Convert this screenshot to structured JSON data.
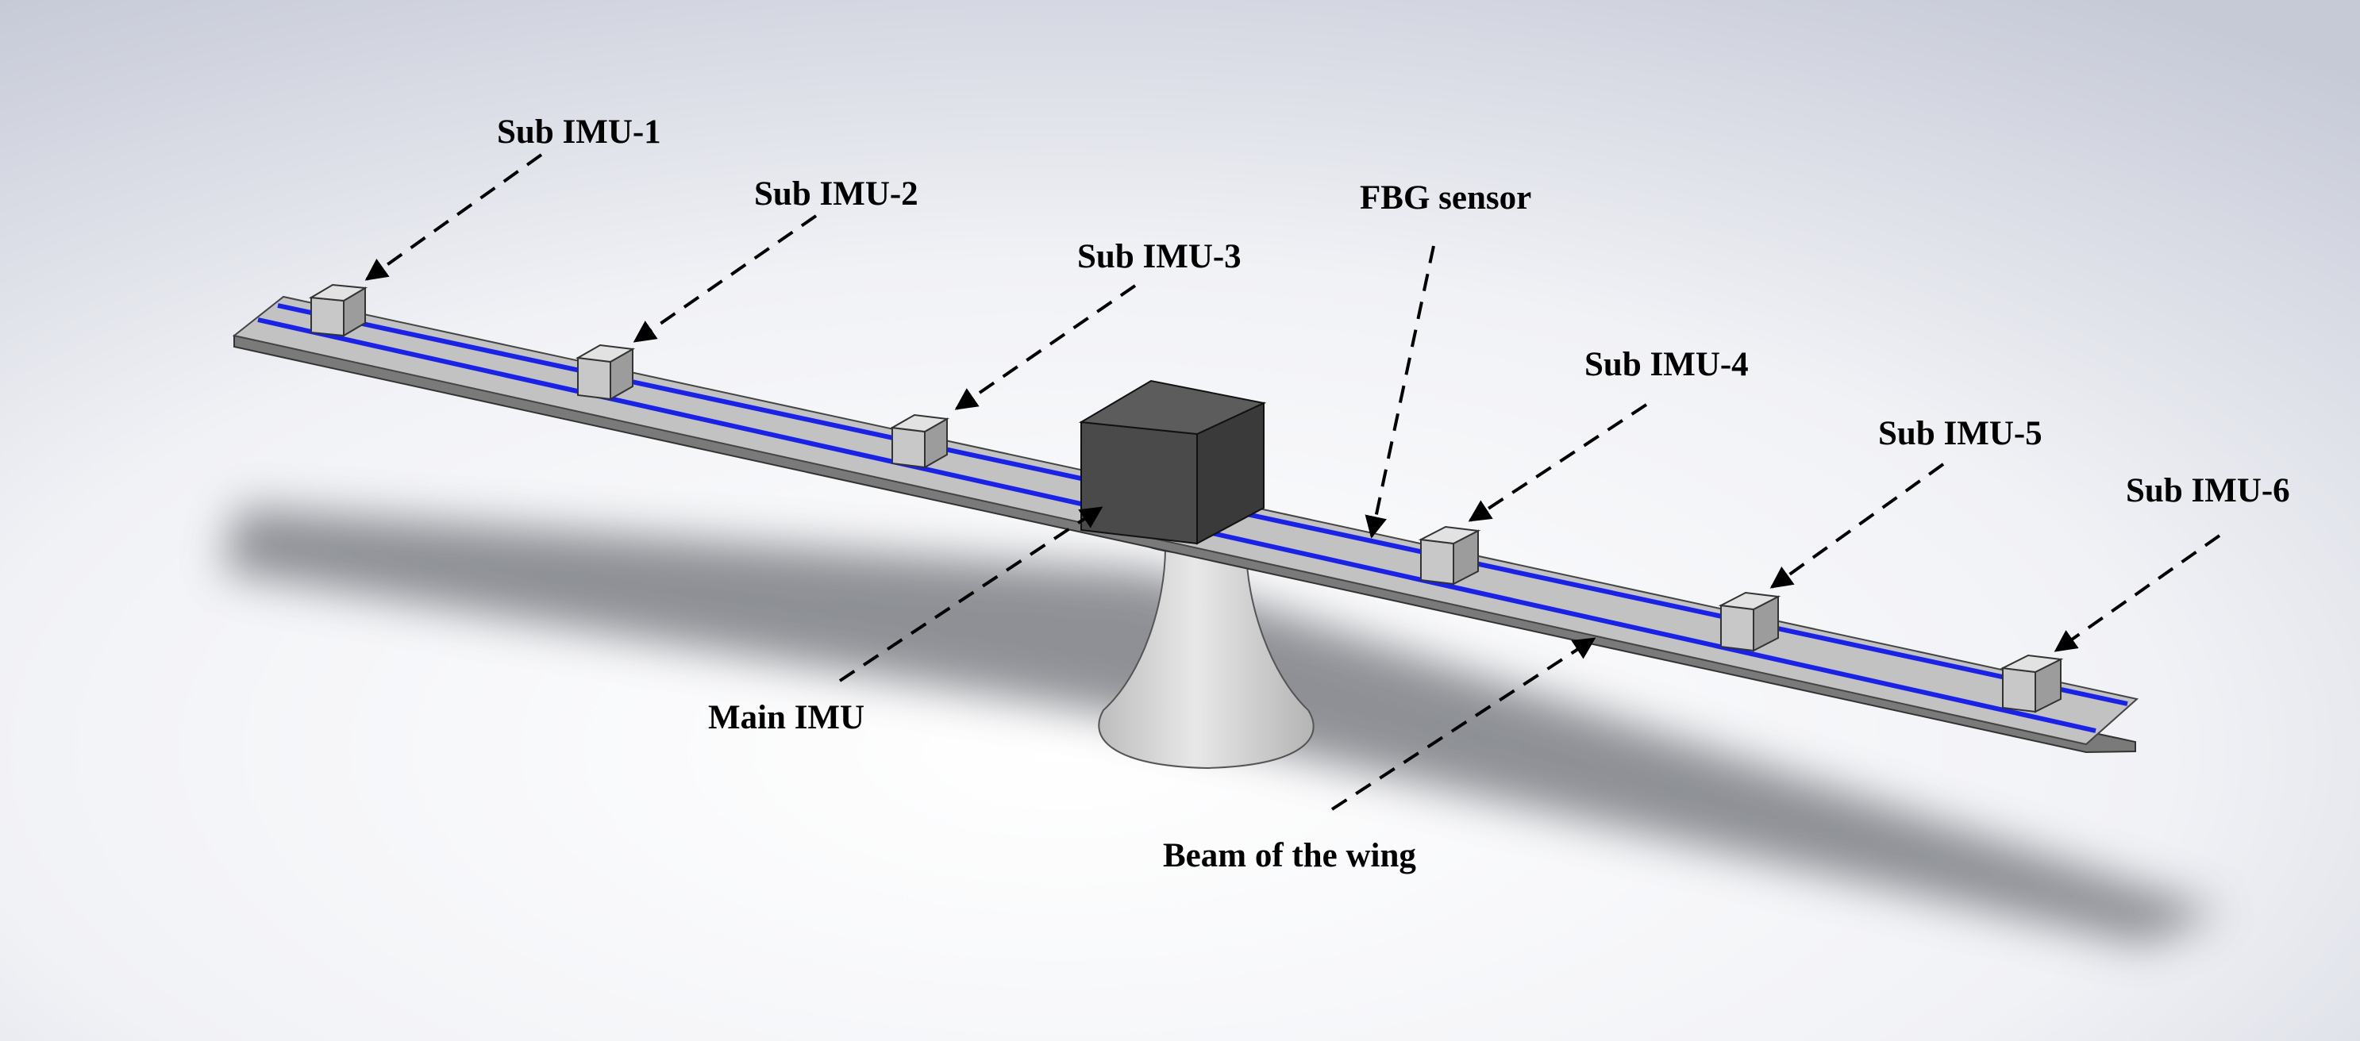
{
  "figure": {
    "callouts": [
      {
        "id": "sub-imu-1",
        "text": "Sub IMU-1"
      },
      {
        "id": "sub-imu-2",
        "text": "Sub IMU-2"
      },
      {
        "id": "sub-imu-3",
        "text": "Sub IMU-3"
      },
      {
        "id": "fbg-sensor",
        "text": "FBG sensor"
      },
      {
        "id": "sub-imu-4",
        "text": "Sub IMU-4"
      },
      {
        "id": "sub-imu-5",
        "text": "Sub IMU-5"
      },
      {
        "id": "sub-imu-6",
        "text": "Sub IMU-6"
      },
      {
        "id": "main-imu",
        "text": "Main IMU"
      },
      {
        "id": "beam",
        "text": "Beam of the wing"
      }
    ]
  },
  "colors": {
    "background_center": "#fdfdfe",
    "background_edge": "#c9cdd9",
    "beam_top": "#c4c4c4",
    "beam_edge": "#8a8a8a",
    "fiber": "#1a22e6",
    "sub_imu_face": "#cdcdcd",
    "main_imu": "#4a4a4a",
    "stand": "#d6d6d6",
    "leader": "#000000"
  }
}
